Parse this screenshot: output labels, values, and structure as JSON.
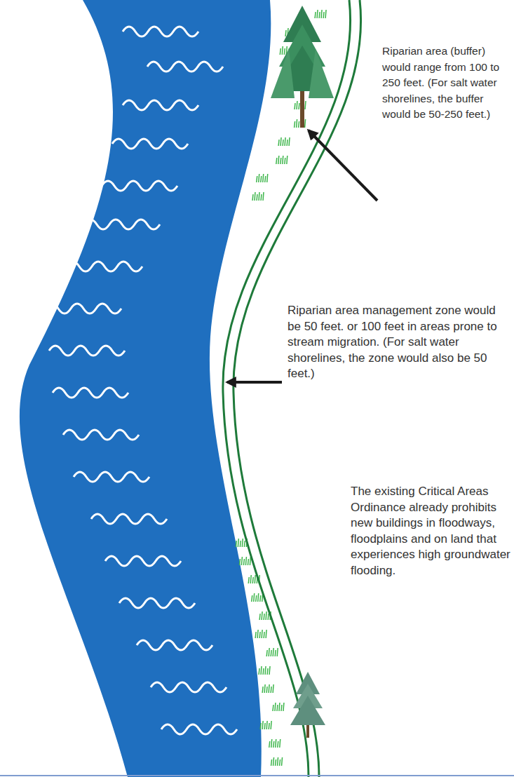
{
  "diagram": {
    "labels": [
      "Riparian area (buffer) would range from 100 to 250 feet. (For salt water shorelines, the buffer would be 50-250 feet.)",
      "Riparian area management zone would be 50 feet. or 100 feet in areas prone to stream migration. (For salt water shorelines, the zone would also be 50 feet.)",
      "The existing Critical Areas Ordinance already prohibits new buildings in floodways, floodplains and on land that experiences high groundwater flooding."
    ]
  }
}
